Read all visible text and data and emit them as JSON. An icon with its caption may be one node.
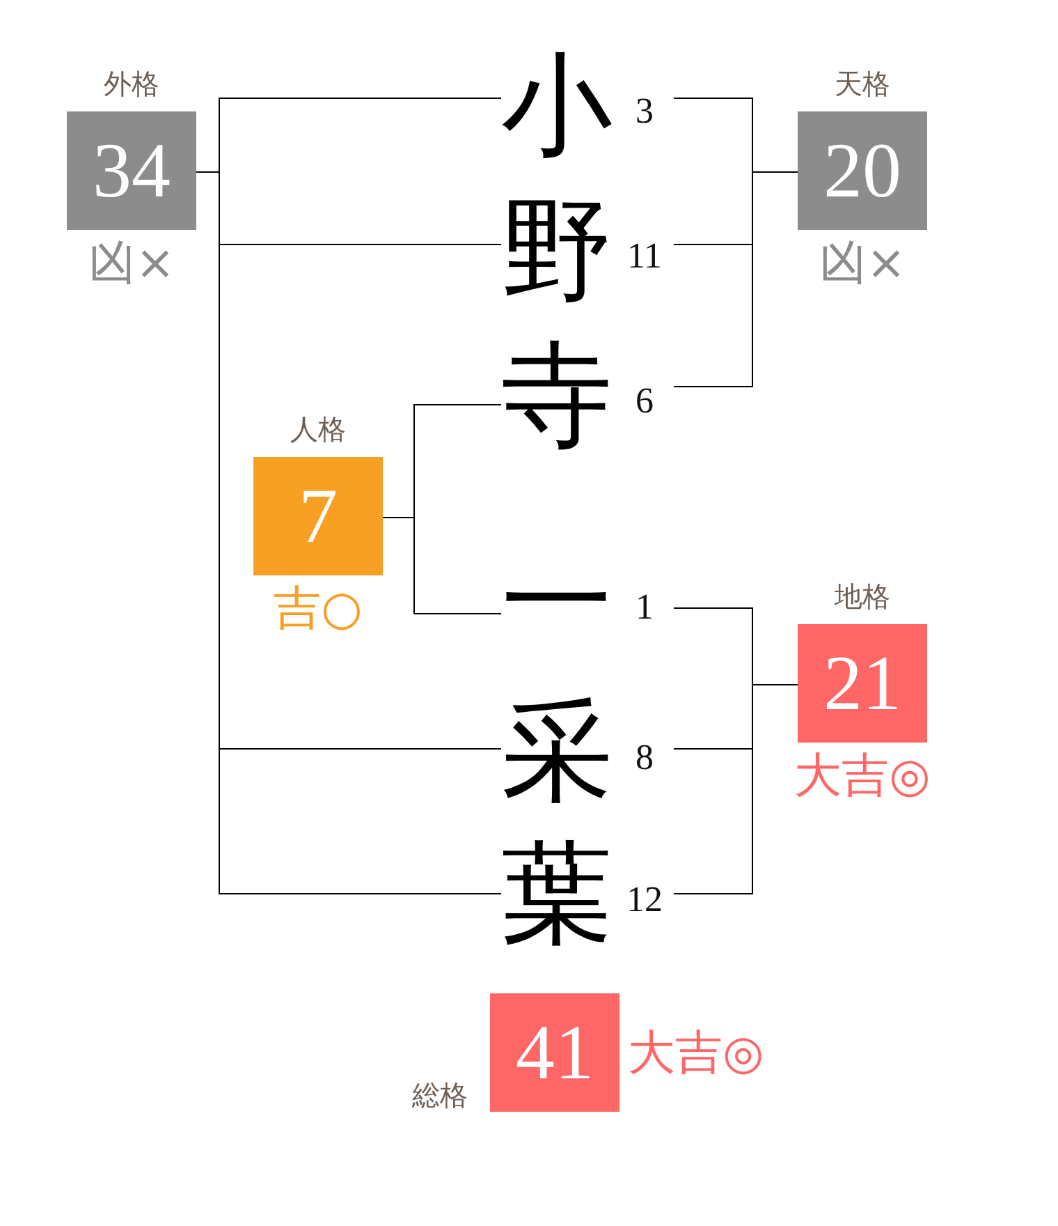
{
  "diagram": {
    "nodes": [
      {
        "text": [
          "外格",
          "34"
        ],
        "beside": [
          "凶×"
        ]
      },
      {
        "text": [
          "小"
        ],
        "beside": [
          "3"
        ]
      },
      {
        "text": [
          "天格",
          "20"
        ],
        "beside": [
          "凶×"
        ]
      },
      {
        "text": [
          "野"
        ],
        "beside": [
          "11"
        ]
      },
      {
        "text": [
          "寺"
        ],
        "beside": [
          "6"
        ]
      },
      {
        "text": [
          "人格",
          "7"
        ],
        "beside": [
          "吉○"
        ]
      },
      {
        "text": [
          "一"
        ],
        "beside": [
          "1"
        ]
      },
      {
        "text": [
          "地格",
          "21"
        ],
        "beside": [
          "大吉◎"
        ]
      },
      {
        "text": [
          "采"
        ],
        "beside": [
          "8"
        ]
      },
      {
        "text": [
          "葉"
        ],
        "beside": [
          "12"
        ]
      },
      {
        "text": [
          "総格",
          "41"
        ],
        "beside": [
          "大吉◎"
        ]
      }
    ],
    "edges": [
      {
        "from": 1,
        "to": 0,
        "arrow": "none"
      },
      {
        "from": 3,
        "to": 0,
        "arrow": "none"
      },
      {
        "from": 8,
        "to": 0,
        "arrow": "none"
      },
      {
        "from": 9,
        "to": 0,
        "arrow": "none"
      },
      {
        "from": 1,
        "to": 2,
        "arrow": "none"
      },
      {
        "from": 3,
        "to": 2,
        "arrow": "none"
      },
      {
        "from": 4,
        "to": 2,
        "arrow": "none"
      },
      {
        "from": 4,
        "to": 5,
        "arrow": "none"
      },
      {
        "from": 6,
        "to": 5,
        "arrow": "none"
      },
      {
        "from": 6,
        "to": 7,
        "arrow": "none"
      },
      {
        "from": 8,
        "to": 7,
        "arrow": "none"
      },
      {
        "from": 9,
        "to": 7,
        "arrow": "none"
      }
    ]
  }
}
